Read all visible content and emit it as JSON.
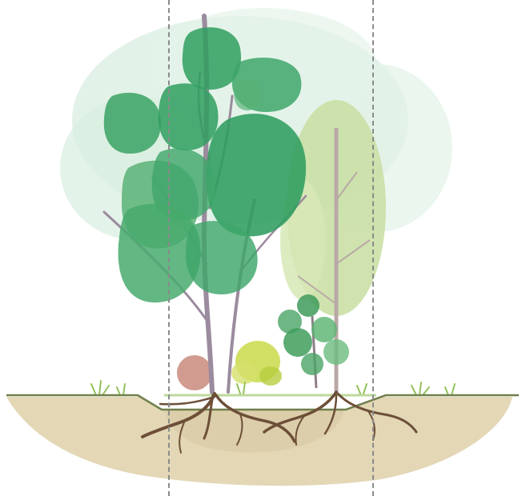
{
  "image": {
    "subject": "tree-planting-cross-section",
    "colors": {
      "background": "#ffffff",
      "soil": "#e3d7b6",
      "soil_shadow": "#d5c69f",
      "ground_line": "#6f7f4a",
      "grass": "#93c25a",
      "leaf_dark": "#2f9d5e",
      "leaf_mid": "#59b276",
      "leaf_light": "#a9d8b0",
      "canopy_pale": "#d8eee0",
      "sapling_leaf": "#c8dea1",
      "trunk": "#9b8b9e",
      "roots": "#6d4f38",
      "shrub_yellow": "#c9d94a",
      "shrub_red": "#c98a7c",
      "guide_line": "#8a8a8a"
    },
    "elements": [
      "pale-background-canopy",
      "large-leaf-tree",
      "young-sapling",
      "small-understory-shrub",
      "yellow-groundcover-shrub",
      "red-groundcover-shrub",
      "grass-tufts",
      "ground-surface-line",
      "planting-pit",
      "root-system",
      "soil-profile",
      "guide-lines"
    ]
  }
}
